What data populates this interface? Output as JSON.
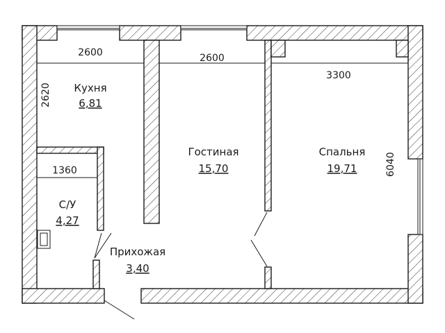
{
  "rooms": {
    "kitchen": {
      "name": "Кухня",
      "area": "6,81"
    },
    "living": {
      "name": "Гостиная",
      "area": "15,70"
    },
    "bedroom": {
      "name": "Спальня",
      "area": "19,71"
    },
    "bathroom": {
      "name": "С/У",
      "area": "4,27"
    },
    "hallway": {
      "name": "Прихожая",
      "area": "3,40"
    }
  },
  "dimensions": {
    "kitchen_width": "2600",
    "kitchen_depth": "2620",
    "living_width": "2600",
    "bedroom_width": "3300",
    "bedroom_depth": "6040",
    "bathroom_width": "1360"
  },
  "colors": {
    "line": "#1a1a1a",
    "background": "#ffffff"
  }
}
